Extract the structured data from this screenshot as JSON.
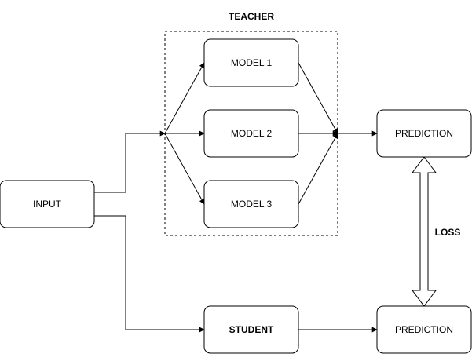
{
  "diagram": {
    "teacher_label": "TEACHER",
    "loss_label": "LOSS",
    "nodes": {
      "input": "INPUT",
      "model1": "MODEL 1",
      "model2": "MODEL 2",
      "model3": "MODEL 3",
      "teacher_prediction": "PREDICTION",
      "student": "STUDENT",
      "student_prediction": "PREDICTION"
    }
  }
}
